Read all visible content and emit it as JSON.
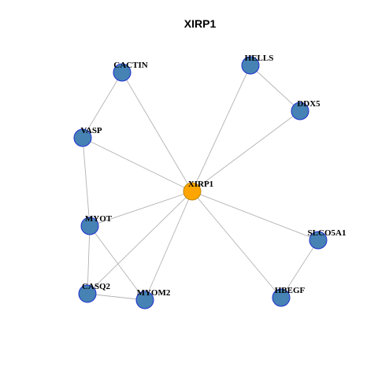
{
  "title": "XIRP1",
  "colors": {
    "hub_fill": "#FFA500",
    "hub_stroke": "#B8860B",
    "node_fill": "#4682B4",
    "node_stroke": "#1E2FD0",
    "edge": "#B3B3B3"
  },
  "nodes": [
    {
      "id": "XIRP1",
      "label": "XIRP1",
      "hub": true
    },
    {
      "id": "CACTIN",
      "label": "CACTIN",
      "hub": false
    },
    {
      "id": "HELLS",
      "label": "HELLS",
      "hub": false
    },
    {
      "id": "DDX5",
      "label": "DDX5",
      "hub": false
    },
    {
      "id": "VASP",
      "label": "VASP",
      "hub": false
    },
    {
      "id": "MYOT",
      "label": "MYOT",
      "hub": false
    },
    {
      "id": "SLCO5A1",
      "label": "SLCO5A1",
      "hub": false
    },
    {
      "id": "CASQ2",
      "label": "CASQ2",
      "hub": false
    },
    {
      "id": "MYOM2",
      "label": "MYOM2",
      "hub": false
    },
    {
      "id": "HBEGF",
      "label": "HBEGF",
      "hub": false
    }
  ],
  "edges": [
    [
      "XIRP1",
      "CACTIN"
    ],
    [
      "XIRP1",
      "HELLS"
    ],
    [
      "XIRP1",
      "DDX5"
    ],
    [
      "XIRP1",
      "VASP"
    ],
    [
      "XIRP1",
      "MYOT"
    ],
    [
      "XIRP1",
      "SLCO5A1"
    ],
    [
      "XIRP1",
      "CASQ2"
    ],
    [
      "XIRP1",
      "MYOM2"
    ],
    [
      "XIRP1",
      "HBEGF"
    ],
    [
      "CACTIN",
      "VASP"
    ],
    [
      "HELLS",
      "DDX5"
    ],
    [
      "VASP",
      "MYOT"
    ],
    [
      "MYOT",
      "CASQ2"
    ],
    [
      "MYOT",
      "MYOM2"
    ],
    [
      "CASQ2",
      "MYOM2"
    ],
    [
      "SLCO5A1",
      "HBEGF"
    ]
  ]
}
